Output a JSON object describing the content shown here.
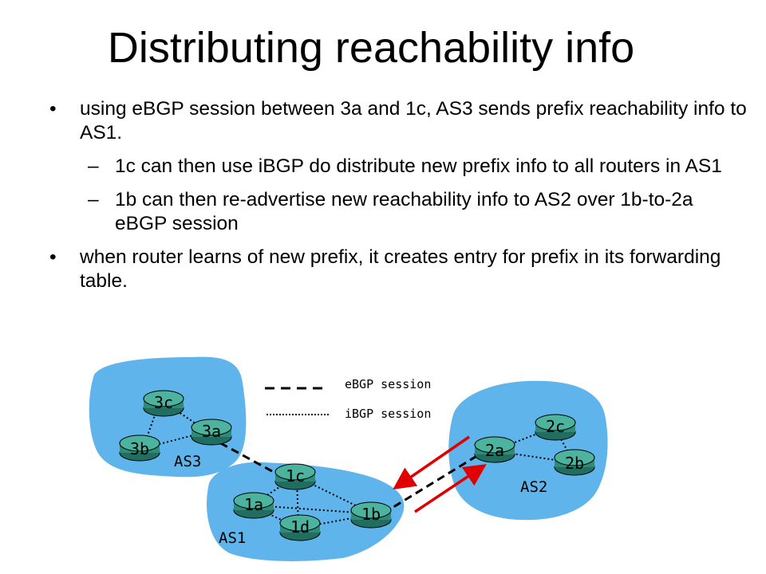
{
  "slide": {
    "title": "Distributing reachability info",
    "bullets": [
      {
        "level": 1,
        "mark": "•",
        "text": "using eBGP session between 3a and 1c, AS3 sends prefix reachability info to AS1."
      },
      {
        "level": 2,
        "mark": "–",
        "text": "1c can then use iBGP do distribute new prefix info to all routers in AS1"
      },
      {
        "level": 2,
        "mark": "–",
        "text": "1b can then re-advertise new reachability info to AS2 over 1b-to-2a eBGP session"
      },
      {
        "level": 1,
        "mark": "•",
        "text": "when router learns of new prefix, it creates entry for prefix in its forwarding table."
      }
    ]
  },
  "diagram": {
    "legend": {
      "ebgp_label": "eBGP session",
      "ibgp_label": "iBGP session"
    },
    "as_labels": {
      "as1": "AS1",
      "as2": "AS2",
      "as3": "AS3"
    },
    "routers": {
      "r3a": "3a",
      "r3b": "3b",
      "r3c": "3c",
      "r1a": "1a",
      "r1b": "1b",
      "r1c": "1c",
      "r1d": "1d",
      "r2a": "2a",
      "r2b": "2b",
      "r2c": "2c"
    },
    "colors": {
      "cloud": "#5fb4ec",
      "router_fill": "#2e8b7a",
      "router_top": "#4bb39e",
      "arrow": "#e00000"
    }
  }
}
